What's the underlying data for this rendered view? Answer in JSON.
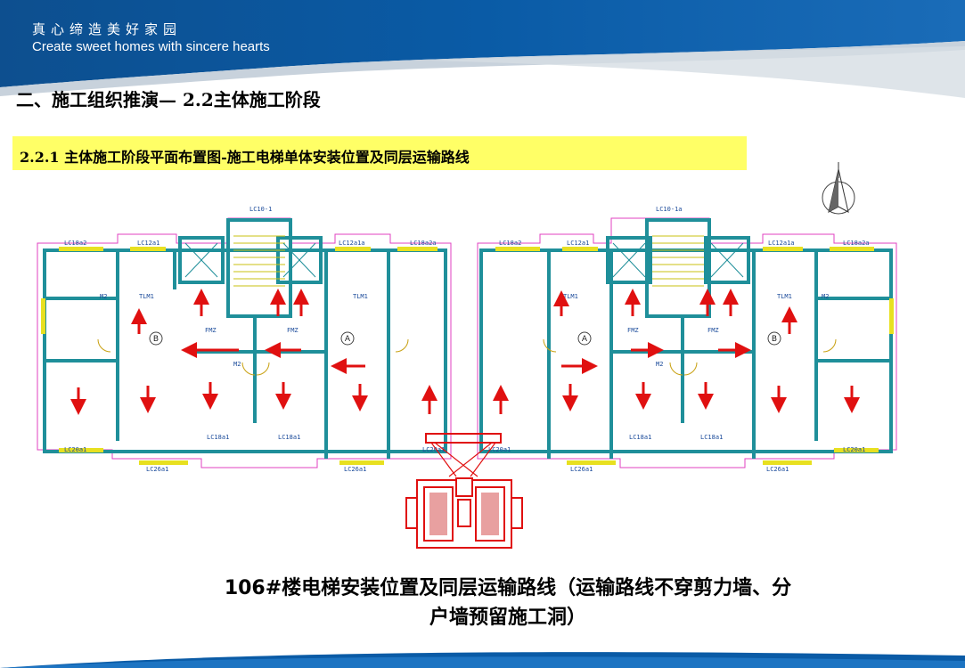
{
  "header": {
    "slogan_cn": "真心缔造美好家园",
    "slogan_en": "Create sweet homes with sincere hearts",
    "brand_color": "#0a5ba6"
  },
  "section_title": "二、施工组织推演— 2.2主体施工阶段",
  "subsection_title": "2.2.1 主体施工阶段平面布置图-施工电梯单体安装位置及同层运输路线",
  "caption": {
    "line1": "106#楼电梯安装位置及同层运输路线（运输路线不穿剪力墙、分",
    "line2": "户墙预留施工洞）"
  },
  "plan": {
    "labels": {
      "b_left": "B",
      "a_left": "A",
      "a_right": "A",
      "b_right": "B",
      "lc10_1": "LC10-1",
      "lc10_1a": "LC10-1a",
      "lc18a2_l": "LC18a2",
      "lc12a1_l": "LC12a1",
      "lc12a1a_l": "LC12a1a",
      "lc18a2a_l": "LC18a2a",
      "lc18a2_r": "LC18a2",
      "lc12a1_r": "LC12a1",
      "lc12a1a_r": "LC12a1a",
      "lc18a2a_r": "LC18a2a",
      "lc20a1_l": "LC20a1",
      "lc20a1_m": "LC20a1",
      "lc20a1_mr": "LC20a1",
      "lc20a1_r": "LC20a1",
      "lc26a1_1": "LC26a1",
      "lc26a1_2": "LC26a1",
      "lc26a1_3": "LC26a1",
      "lc26a1_4": "LC26a1",
      "lc18a1_1": "LC18a1",
      "lc18a1_2": "LC18a1",
      "lc18a1_3": "LC18a1",
      "lc18a1_4": "LC18a1",
      "tlm1_1": "TLM1",
      "tlm1_2": "TLM1",
      "tlm1_3": "TLM1",
      "tlm1_4": "TLM1",
      "m2_1": "M2",
      "m2_2": "M2",
      "m2_3": "M2",
      "m2_4": "M2",
      "fmz_1": "FMZ",
      "fmz_2": "FMZ",
      "fmz_3": "FMZ",
      "fmz_4": "FMZ"
    }
  },
  "colors": {
    "wall": "#1f8f9a",
    "window": "#e8e020",
    "route": "#e01010",
    "outline": "#e040c0"
  }
}
